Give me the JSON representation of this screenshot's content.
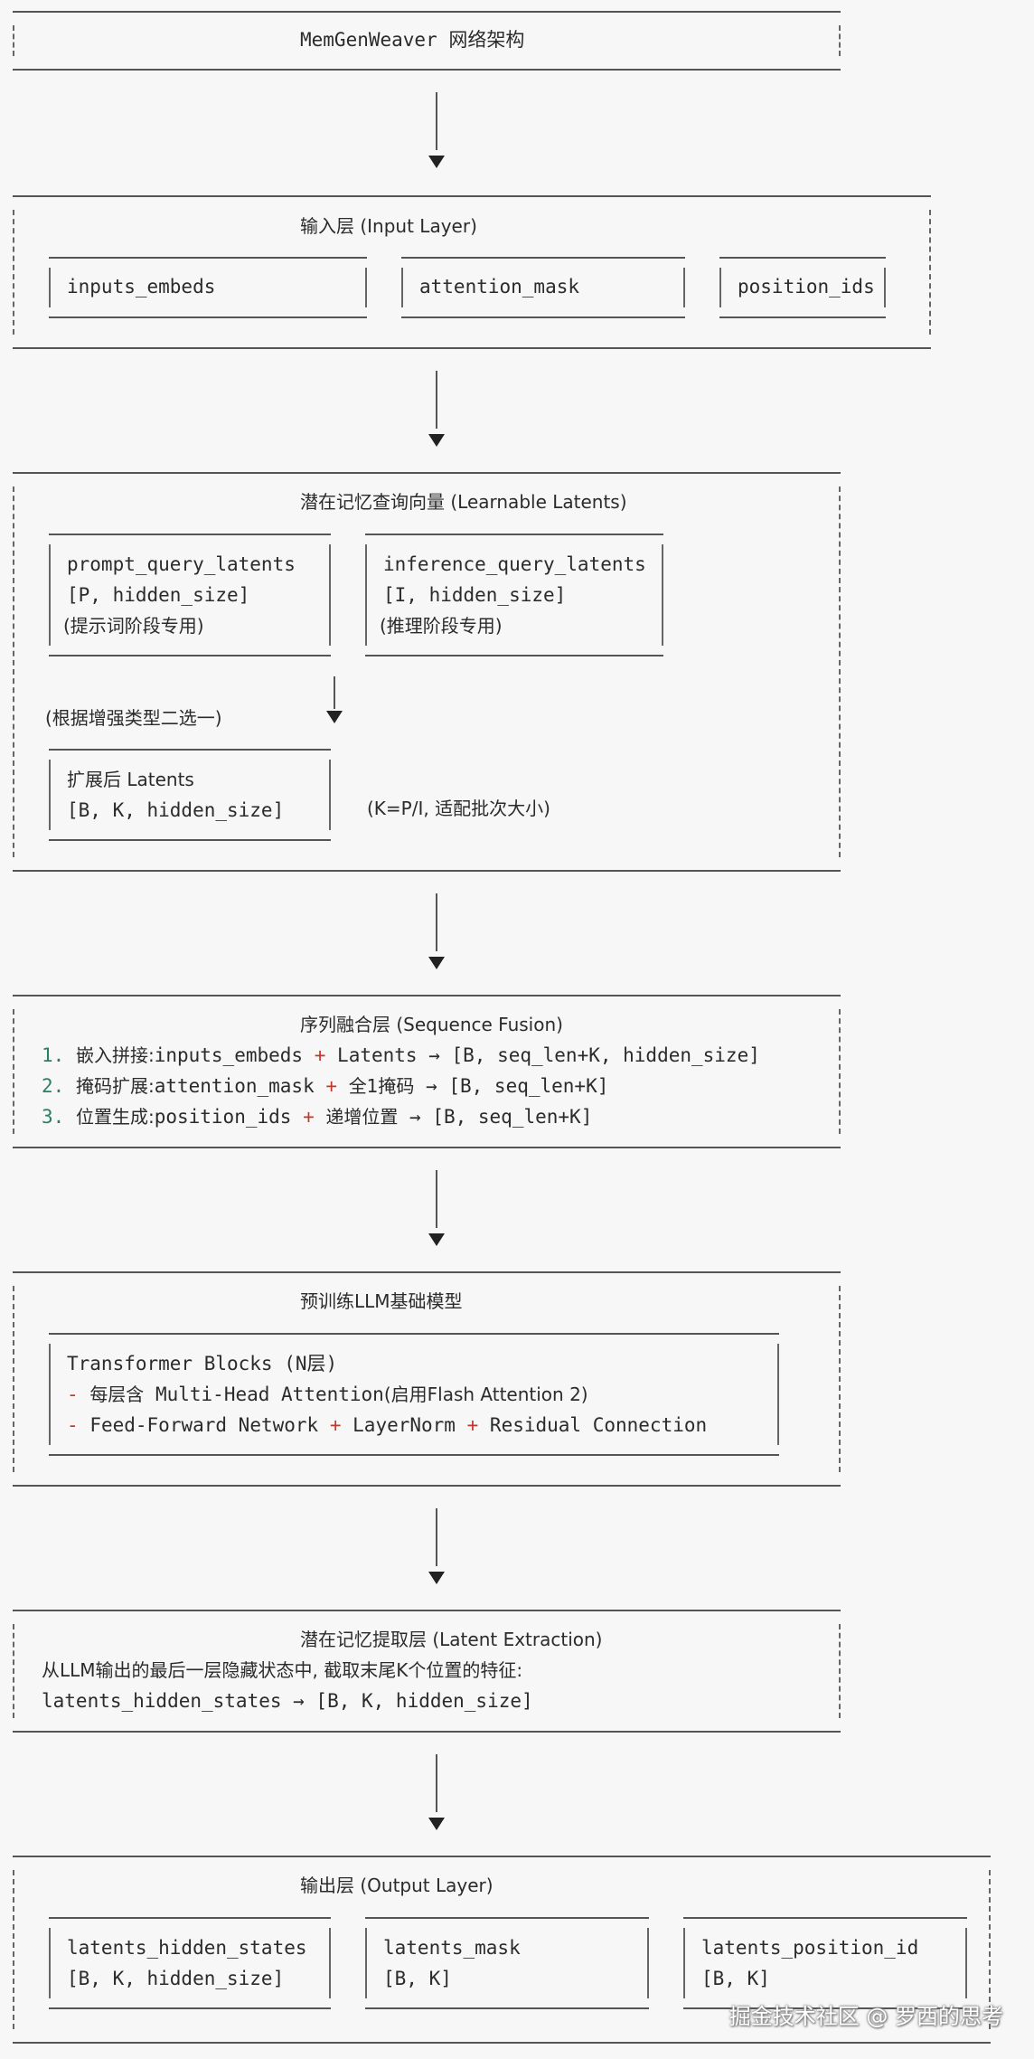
{
  "title": "MemGenWeaver 网络架构",
  "input_layer": {
    "title": "输入层 (Input Layer)",
    "items": [
      "inputs_embeds",
      "attention_mask",
      "position_ids"
    ]
  },
  "latents_layer": {
    "title": "潜在记忆查询向量 (Learnable Latents)",
    "prompt": {
      "name": "prompt_query_latents",
      "shape": "[P, hidden_size]",
      "note": "(提示词阶段专用)"
    },
    "inference": {
      "name": "inference_query_latents",
      "shape": "[I, hidden_size]",
      "note": "(推理阶段专用)"
    },
    "select_note": "(根据增强类型二选一)",
    "expanded": {
      "name": "扩展后 Latents",
      "shape": "[B, K, hidden_size]"
    },
    "k_note": "(K=P/I, 适配批次大小)"
  },
  "fusion_layer": {
    "title": "序列融合层 (Sequence Fusion)",
    "steps": [
      {
        "num": "1.",
        "label": "嵌入拼接:",
        "a": "inputs_embeds",
        "b": "Latents",
        "result": "[B, seq_len+K, hidden_size]"
      },
      {
        "num": "2.",
        "label": "掩码扩展:",
        "a": "attention_mask",
        "b": "全1掩码",
        "result": "[B, seq_len+K]"
      },
      {
        "num": "3.",
        "label": "位置生成:",
        "a": "position_ids",
        "b": "递增位置",
        "result": "[B, seq_len+K]"
      }
    ]
  },
  "llm_layer": {
    "title": "预训练LLM基础模型",
    "blocks_title": "Transformer Blocks (N层)",
    "line1_prefix": "每层含",
    "line1_main": "Multi-Head Attention",
    "line1_paren": "(启用Flash Attention 2)",
    "line2": [
      "Feed-Forward Network",
      "LayerNorm",
      "Residual Connection"
    ]
  },
  "extraction_layer": {
    "title": "潜在记忆提取层 (Latent Extraction)",
    "desc": "从LLM输出的最后一层隐藏状态中, 截取末尾K个位置的特征:",
    "formula": "latents_hidden_states → [B, K, hidden_size]"
  },
  "output_layer": {
    "title": "输出层 (Output Layer)",
    "items": [
      {
        "name": "latents_hidden_states",
        "shape": "[B, K, hidden_size]"
      },
      {
        "name": "latents_mask",
        "shape": "[B, K]"
      },
      {
        "name": "latents_position_id",
        "shape": "[B, K]"
      }
    ]
  },
  "watermark": "掘金技术社区 @ 罗西的思考"
}
